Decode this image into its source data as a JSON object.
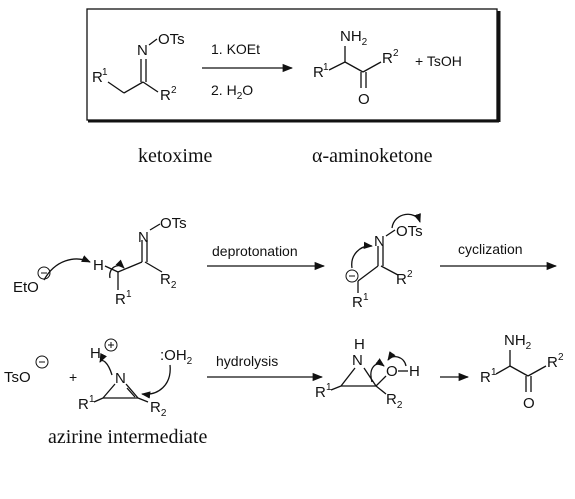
{
  "overview": {
    "reactant": {
      "leaving_group": "OTs",
      "imine_n": "N",
      "r1": "R",
      "r1_sup": "1",
      "r2": "R",
      "r2_sup": "2"
    },
    "step1": "1. KOEt",
    "step2": "2. H",
    "step2_sub": "2",
    "step2_tail": "O",
    "product": {
      "amine": "NH",
      "amine_sub": "2",
      "r1": "R",
      "r1_sup": "1",
      "r2": "R",
      "r2_sup": "2",
      "carbonyl_o": "O"
    },
    "byproduct": "+ TsOH",
    "caption_left": "ketoxime",
    "caption_right": "α-aminoketone"
  },
  "mechanism_row1": {
    "base": "EtO",
    "h": "H",
    "leaving_group": "OTs",
    "imine_n": "N",
    "r1": "R",
    "r1_sup": "1",
    "r2": "R",
    "r2_sub": "2",
    "step_label": "deprotonation",
    "anion_n": "N",
    "anion_lg": "OTs",
    "anion_r1": "R",
    "anion_r1_sup": "1",
    "anion_r2": "R",
    "anion_r2_sup": "2",
    "step2_label": "cyclization"
  },
  "mechanism_row2": {
    "tosylate": "TsO",
    "plus": "+",
    "h_plus": "H",
    "water": ":OH",
    "water_sub": "2",
    "azirine_n": "N",
    "r1": "R",
    "r1_sup": "1",
    "r2": "R",
    "r2_sub": "2",
    "caption": "azirine intermediate",
    "step_label": "hydrolysis",
    "aziridine_nh_h": "H",
    "aziridine_n": "N",
    "hydroxyl_o": "O",
    "hydroxyl_h": "H",
    "r1b": "R",
    "r1b_sup": "1",
    "r2b": "R",
    "r2b_sub": "2",
    "product_amine": "NH",
    "product_amine_sub": "2",
    "product_r1": "R",
    "product_r1_sup": "1",
    "product_r2": "R",
    "product_r2_sup": "2",
    "product_o": "O"
  }
}
